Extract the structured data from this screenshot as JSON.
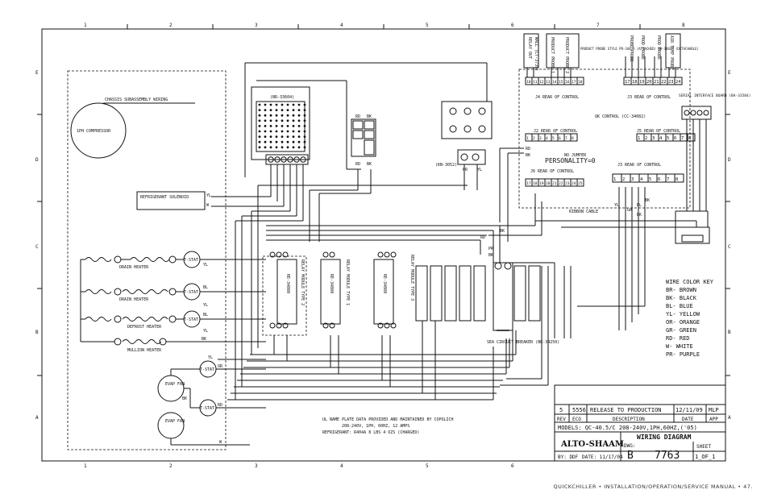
{
  "grid": {
    "columns": [
      "1",
      "2",
      "3",
      "4",
      "5",
      "6",
      "7",
      "8"
    ],
    "rows": [
      "E",
      "D",
      "C",
      "B",
      "A"
    ]
  },
  "components": {
    "compressor": "1PH COMPRESSOR",
    "chassis": "CHASSIS SUBASSEMBLY WIRING",
    "solenoid": "REFRIGERANT SOLENOID",
    "drain_heater": "DRAIN HEATER",
    "defrost_heater": "DEFROST HEATER",
    "mullion_heater": "MULLION HEATER",
    "evap_fan_1": "EVAP FAN",
    "evap_fan_2": "EVAP FAN",
    "tstat": "T-STAT",
    "relay_top": "(BR-33604)",
    "relay_module_1": "RELAY MODULE TYPE 1",
    "relay_module_2": "RELAY MODULE TYPE 2",
    "relay_module_3": "RELAY MODULE TYPE 3",
    "relay_part_1": "RE-34080",
    "relay_part_2": "RE-34080",
    "relay_part_3": "RE-34080",
    "switch_part": "(KN-3052)",
    "breaker": "SEA CIRCUIT BREAKER (BK-34250)",
    "qk_control": "QK CONTROL (CC-34082)",
    "no_jumper": "NO JUMPER",
    "personality": "PERSONALITY=0",
    "rear_control_a": "J4 REAR OF CONTROL",
    "rear_control_b": "J3 REAR OF CONTROL",
    "rear_control_c": "J5 REAR OF CONTROL",
    "rear_control_d": "J2 REAR OF CONTROL",
    "rear_control_e": "J6 REAR OF CONTROL",
    "serial_board": "SERIAL INTERFACE BOARD (BA-33584)",
    "product_probe": "PRODUCT PROBE STYLE PR-34839 (ATTACHED) PR-34837 (DETACHABLE)",
    "probes": [
      "RELAY OUT",
      "WALL (LT-3739)",
      "PRODUCT PROBE 1",
      "PRODUCT PROBE 2",
      "PROBE PROBE",
      "PROD PROBE",
      "PROD PROBE",
      "AIR TEMP PROBE"
    ],
    "ribbon": "RIBBON CABLE"
  },
  "terminals": {
    "j_top_left": [
      "10",
      "11",
      "12",
      "13",
      "14",
      "15",
      "16",
      "17",
      "18"
    ],
    "j_top_right": [
      "17",
      "18",
      "19",
      "20",
      "21",
      "22",
      "23",
      "24"
    ],
    "j_mid_left": [
      "1",
      "2",
      "3",
      "4",
      "5",
      "6",
      "7",
      "8"
    ],
    "j_mid_right": [
      "1",
      "2",
      "3",
      "4",
      "5",
      "6",
      "7",
      "8"
    ],
    "j_lower_left": [
      "17",
      "18",
      "19",
      "20",
      "21",
      "22",
      "23",
      "24",
      "25"
    ],
    "j_lower_right": [
      "1",
      "2",
      "3",
      "4",
      "5",
      "6",
      "7",
      "8"
    ]
  },
  "wire_labels": {
    "yl": "YL",
    "w": "W",
    "bl": "BL",
    "bk": "BK",
    "rd": "RD",
    "pr": "PR",
    "gr": "GR",
    "or": "OR",
    "br": "BR"
  },
  "color_key": {
    "title": "WIRE COLOR KEY",
    "entries": [
      "BR- BROWN",
      "BK- BLACK",
      "BL- BLUE",
      "YL- YELLOW",
      "OR- ORANGE",
      "GR- GREEN",
      "RD- RED",
      "W- WHITE",
      "PR- PURPLE"
    ]
  },
  "note": {
    "line1": "UL NAME PLATE DATA PROVIDED AND MAINTAINED BY COPOLICH",
    "line2": "208-240V, 1PH, 60HZ, 12 AMPS",
    "line3": "REFRIGERANT: R404A 8 LBS 4 OZS (CHARGED)"
  },
  "title_block": {
    "rev": "5",
    "eco": "5556",
    "description": "RELEASE TO PRODUCTION",
    "date": "12/11/09",
    "app": "MLP",
    "hdr_rev": "REV",
    "hdr_eco": "ECO",
    "hdr_description": "DESCRIPTION",
    "hdr_date": "DATE",
    "hdr_app": "APP",
    "models": "MODELS: QC-40.5/C 208-240V,1PH,60HZ,('05)",
    "brand": "ALTO-SHAAM",
    "drawing_title": "WIRING DIAGRAM",
    "dwg_label": "DWG:",
    "dwg_letter": "B",
    "dwg_number": "7763",
    "sheet_label": "SHEET",
    "sheet_value": "1_OF_1",
    "by": "BY: DDF",
    "date_label": "DATE: 11/17/04"
  },
  "footer": "QUICKCHILLER • INSTALLATION/OPERATION/SERVICE MANUAL • 47."
}
